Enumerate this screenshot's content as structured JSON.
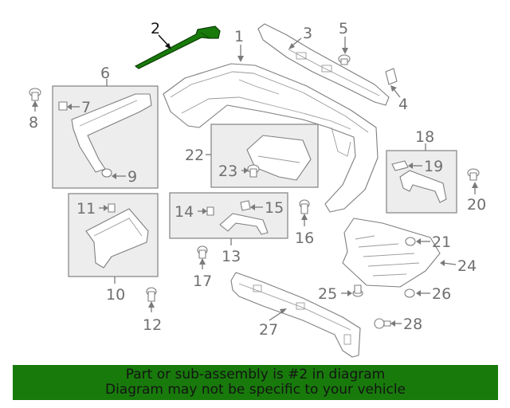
{
  "diagram": {
    "callouts": [
      "1",
      "2",
      "3",
      "4",
      "5",
      "6",
      "7",
      "8",
      "9",
      "10",
      "11",
      "12",
      "13",
      "14",
      "15",
      "16",
      "17",
      "18",
      "19",
      "20",
      "21",
      "22",
      "23",
      "24",
      "25",
      "26",
      "27",
      "28"
    ],
    "highlight_color": "#187a0b",
    "highlighted_part": "2"
  },
  "banner": {
    "line1": "Part or sub-assembly is #2 in diagram",
    "line2": "Diagram may not be specific to your vehicle",
    "background": "#187a0b"
  }
}
